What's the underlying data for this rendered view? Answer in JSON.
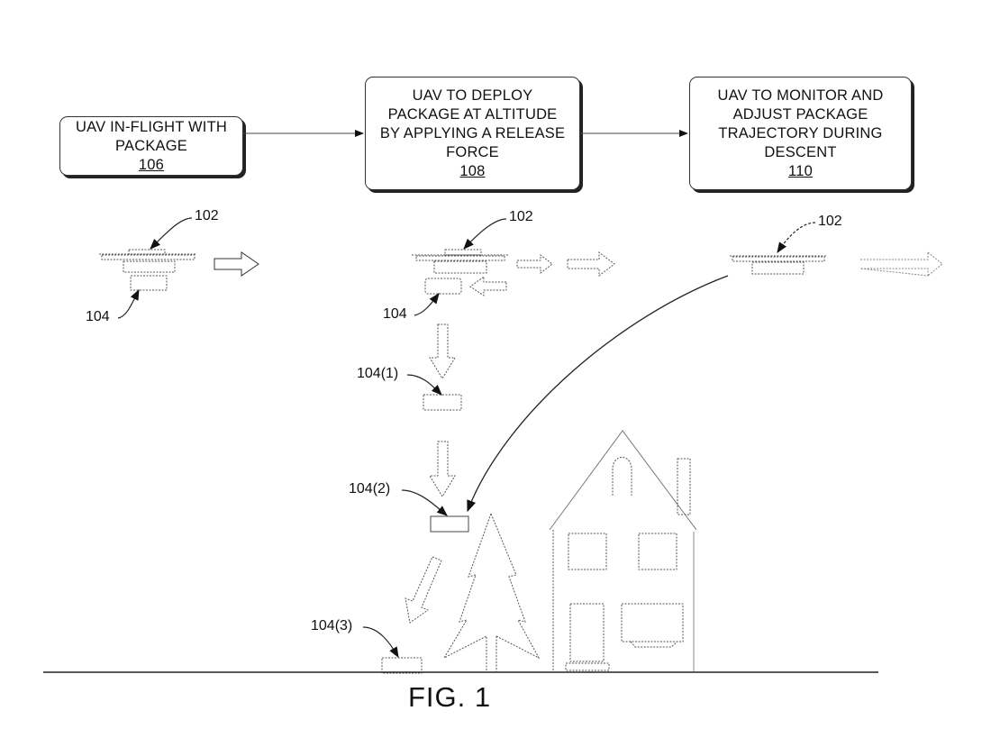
{
  "steps": [
    {
      "lines": [
        "UAV IN-FLIGHT WITH",
        "PACKAGE"
      ],
      "ref": "106"
    },
    {
      "lines": [
        "UAV TO DEPLOY",
        "PACKAGE AT ALTITUDE",
        "BY APPLYING A RELEASE",
        "FORCE"
      ],
      "ref": "108"
    },
    {
      "lines": [
        "UAV TO MONITOR AND",
        "ADJUST PACKAGE",
        "TRAJECTORY DURING",
        "DESCENT"
      ],
      "ref": "110"
    }
  ],
  "labels": {
    "uav_1": "102",
    "uav_2": "102",
    "uav_3": "102",
    "package_1": "104",
    "package_2": "104",
    "package_pos_1": "104(1)",
    "package_pos_2": "104(2)",
    "package_pos_3": "104(3)"
  },
  "figure_caption": "FIG. 1"
}
